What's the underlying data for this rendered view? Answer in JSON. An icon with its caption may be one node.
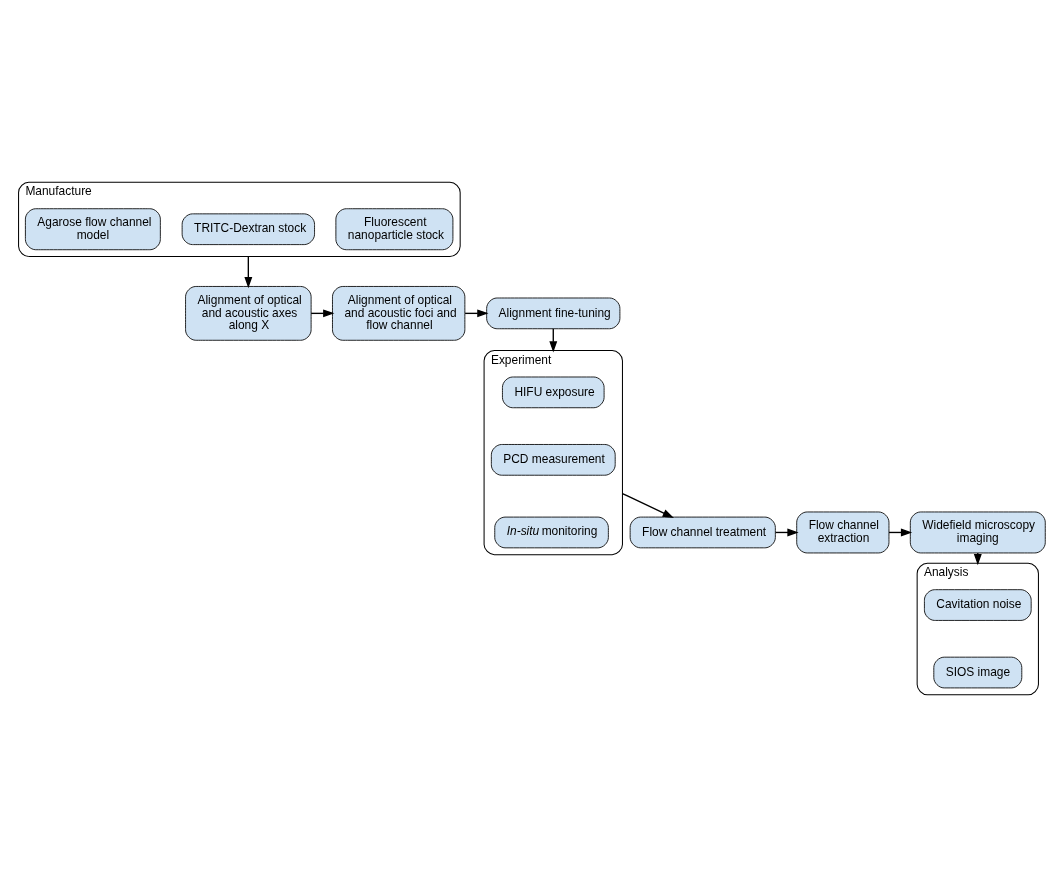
{
  "diagram": {
    "nodes": [
      {
        "text": [
          "Manufacture"
        ]
      },
      {
        "text": [
          "Agarose flow channel model"
        ],
        "in": 0
      },
      {
        "text": [
          "TRITC-Dextran stock"
        ],
        "in": 0
      },
      {
        "text": [
          "Fluorescent nanoparticle stock"
        ],
        "in": 0
      },
      {
        "text": [
          "Alignment of optical and acoustic axes along X"
        ]
      },
      {
        "text": [
          "Alignment of optical and acoustic foci and flow channel"
        ]
      },
      {
        "text": [
          "Alignment fine-tuning"
        ]
      },
      {
        "text": [
          "Experiment"
        ]
      },
      {
        "text": [
          "HIFU exposure"
        ],
        "in": 7
      },
      {
        "text": [
          "PCD measurement"
        ],
        "in": 7
      },
      {
        "text": [
          "*In-situ* monitoring"
        ],
        "in": 7
      },
      {
        "text": [
          "Flow channel treatment"
        ]
      },
      {
        "text": [
          "Flow channel extraction"
        ]
      },
      {
        "text": [
          "Widefield microscopy imaging"
        ]
      },
      {
        "text": [
          "Analysis"
        ]
      },
      {
        "text": [
          "Cavitation noise"
        ],
        "in": 14
      },
      {
        "text": [
          "SIOS image"
        ],
        "in": 14
      }
    ],
    "edges": [
      {
        "from": 0,
        "to": 4,
        "arrow": "to"
      },
      {
        "from": 4,
        "to": 5,
        "arrow": "to"
      },
      {
        "from": 5,
        "to": 6,
        "arrow": "to"
      },
      {
        "from": 6,
        "to": 7,
        "arrow": "to"
      },
      {
        "from": 7,
        "to": 11,
        "arrow": "to"
      },
      {
        "from": 11,
        "to": 12,
        "arrow": "to"
      },
      {
        "from": 12,
        "to": 13,
        "arrow": "to"
      },
      {
        "from": 13,
        "to": 14,
        "arrow": "to"
      }
    ]
  }
}
